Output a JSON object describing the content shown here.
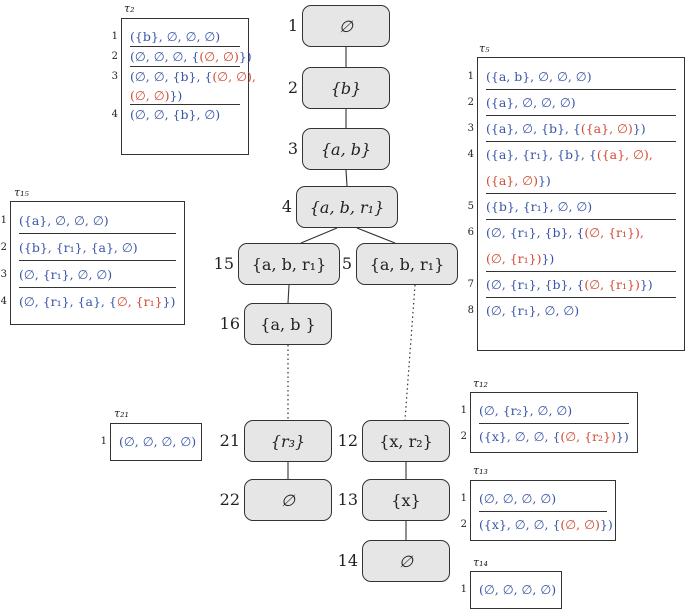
{
  "nodes": [
    {
      "id": "1",
      "label": "∅",
      "italic": true
    },
    {
      "id": "2",
      "label": "{b}",
      "italic": true
    },
    {
      "id": "3",
      "label": "{a, b}",
      "italic": true
    },
    {
      "id": "4",
      "label": "{a, b, r₁}",
      "italic": true
    },
    {
      "id": "15",
      "label": "{a, b, r₁}",
      "italic": false
    },
    {
      "id": "5",
      "label": "{a, b, r₁}",
      "italic": false
    },
    {
      "id": "16",
      "label": "{a, b }",
      "italic": false
    },
    {
      "id": "21",
      "label": "{r₃}",
      "italic": true
    },
    {
      "id": "12",
      "label": "{x, r₂}",
      "italic": false
    },
    {
      "id": "22",
      "label": "∅",
      "italic": true
    },
    {
      "id": "13",
      "label": "{x}",
      "italic": false
    },
    {
      "id": "14",
      "label": "∅",
      "italic": true
    }
  ],
  "edges": [
    {
      "from": "1",
      "to": "2",
      "style": "solid"
    },
    {
      "from": "2",
      "to": "3",
      "style": "solid"
    },
    {
      "from": "3",
      "to": "4",
      "style": "solid"
    },
    {
      "from": "4",
      "to": "15",
      "style": "solid"
    },
    {
      "from": "4",
      "to": "5",
      "style": "solid"
    },
    {
      "from": "15",
      "to": "16",
      "style": "solid"
    },
    {
      "from": "16",
      "to": "21",
      "style": "dotted"
    },
    {
      "from": "5",
      "to": "12",
      "style": "dotted"
    },
    {
      "from": "21",
      "to": "22",
      "style": "solid"
    },
    {
      "from": "12",
      "to": "13",
      "style": "solid"
    },
    {
      "from": "13",
      "to": "14",
      "style": "solid"
    }
  ],
  "tables": [
    {
      "name": "τ2",
      "label": "τ₂",
      "rows": [
        {
          "num": "1",
          "lines": [
            [
              [
                "b",
                "({b}, ∅, ∅, ∅)"
              ]
            ]
          ]
        },
        {
          "num": "2",
          "lines": [
            [
              [
                "b",
                "(∅, ∅, ∅, {"
              ],
              [
                "r",
                "(∅, ∅)"
              ],
              [
                "b",
                "})"
              ]
            ]
          ]
        },
        {
          "num": "3",
          "lines": [
            [
              [
                "b",
                "(∅, ∅, {b}, {"
              ],
              [
                "r",
                "(∅, ∅),"
              ]
            ],
            [
              [
                "r",
                "(∅, ∅)"
              ],
              [
                "b",
                "})"
              ]
            ]
          ]
        },
        {
          "num": "4",
          "lines": [
            [
              [
                "b",
                "(∅, ∅, {b}, ∅)"
              ]
            ]
          ]
        }
      ]
    },
    {
      "name": "τ5",
      "label": "τ₅",
      "rows": [
        {
          "num": "1",
          "lines": [
            [
              [
                "b",
                "({a, b}, ∅, ∅, ∅)"
              ]
            ]
          ]
        },
        {
          "num": "2",
          "lines": [
            [
              [
                "b",
                "({a}, ∅, ∅, ∅)"
              ]
            ]
          ]
        },
        {
          "num": "3",
          "lines": [
            [
              [
                "b",
                "({a}, ∅, {b}, {"
              ],
              [
                "r",
                "({a}, ∅)"
              ],
              [
                "b",
                "})"
              ]
            ]
          ]
        },
        {
          "num": "4",
          "lines": [
            [
              [
                "b",
                "({a}, {r₁}, {b}, {"
              ],
              [
                "r",
                "({a}, ∅),"
              ]
            ],
            [
              [
                "r",
                "({a}, ∅)"
              ],
              [
                "b",
                "})"
              ]
            ]
          ]
        },
        {
          "num": "5",
          "lines": [
            [
              [
                "b",
                "({b}, {r₁}, ∅, ∅)"
              ]
            ]
          ]
        },
        {
          "num": "6",
          "lines": [
            [
              [
                "b",
                "(∅, {r₁}, {b}, {"
              ],
              [
                "r",
                "(∅, {r₁}),"
              ]
            ],
            [
              [
                "r",
                "(∅, {r₁})"
              ],
              [
                "b",
                "})"
              ]
            ]
          ]
        },
        {
          "num": "7",
          "lines": [
            [
              [
                "b",
                "(∅, {r₁}, {b}, {"
              ],
              [
                "r",
                "(∅, {r₁})"
              ],
              [
                "b",
                "})"
              ]
            ]
          ]
        },
        {
          "num": "8",
          "lines": [
            [
              [
                "b",
                "(∅, {r₁}, ∅, ∅)"
              ]
            ]
          ]
        }
      ]
    },
    {
      "name": "τ15",
      "label": "τ₁₅",
      "rows": [
        {
          "num": "1",
          "lines": [
            [
              [
                "b",
                "({a}, ∅, ∅, ∅)"
              ]
            ]
          ]
        },
        {
          "num": "2",
          "lines": [
            [
              [
                "b",
                "({b}, {r₁}, {a}, ∅)"
              ]
            ]
          ]
        },
        {
          "num": "3",
          "lines": [
            [
              [
                "b",
                "(∅, {r₁}, ∅, ∅)"
              ]
            ]
          ]
        },
        {
          "num": "4",
          "lines": [
            [
              [
                "b",
                "(∅, {r₁}, {a}, {"
              ],
              [
                "r",
                "∅, {r₁}"
              ],
              [
                "b",
                "})"
              ]
            ]
          ]
        }
      ]
    },
    {
      "name": "τ21",
      "label": "τ₂₁",
      "rows": [
        {
          "num": "1",
          "lines": [
            [
              [
                "b",
                "(∅, ∅, ∅,  ∅)"
              ]
            ]
          ]
        }
      ]
    },
    {
      "name": "τ12",
      "label": "τ₁₂",
      "rows": [
        {
          "num": "1",
          "lines": [
            [
              [
                "b",
                "(∅, {r₂}, ∅,  ∅)"
              ]
            ]
          ]
        },
        {
          "num": "2",
          "lines": [
            [
              [
                "b",
                "({x}, ∅, ∅,  {"
              ],
              [
                "r",
                "(∅, {r₂})"
              ],
              [
                "b",
                "})"
              ]
            ]
          ]
        }
      ]
    },
    {
      "name": "τ13",
      "label": "τ₁₃",
      "rows": [
        {
          "num": "1",
          "lines": [
            [
              [
                "b",
                "(∅, ∅, ∅,  ∅)"
              ]
            ]
          ]
        },
        {
          "num": "2",
          "lines": [
            [
              [
                "b",
                "({x}, ∅, ∅,  {"
              ],
              [
                "r",
                "(∅, ∅)"
              ],
              [
                "b",
                "})"
              ]
            ]
          ]
        }
      ]
    },
    {
      "name": "τ14",
      "label": "τ₁₄",
      "rows": [
        {
          "num": "1",
          "lines": [
            [
              [
                "b",
                "(∅, ∅, ∅,  ∅)"
              ]
            ]
          ]
        }
      ]
    }
  ],
  "colors": {
    "set_blue": "#3a55a8",
    "witness_red": "#d24b34",
    "node_fill": "#e6e6e6",
    "stroke": "#333333"
  }
}
